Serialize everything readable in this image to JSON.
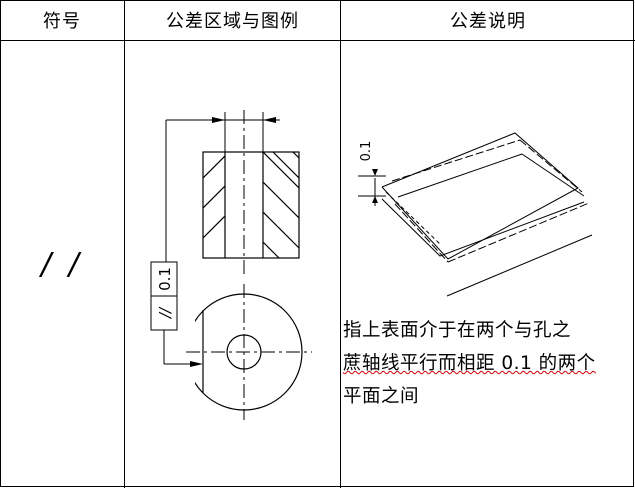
{
  "table": {
    "headers": [
      "符号",
      "公差区域与图例",
      "公差说明"
    ],
    "symbol": "/ /",
    "frame_symbol": "//",
    "frame_value": "0.1",
    "dim_value": "0.1",
    "description_lines": [
      "指上表面介于在两个与孔之",
      "蔗轴线平行而相距 0.1 的两个",
      "平面之间"
    ]
  }
}
